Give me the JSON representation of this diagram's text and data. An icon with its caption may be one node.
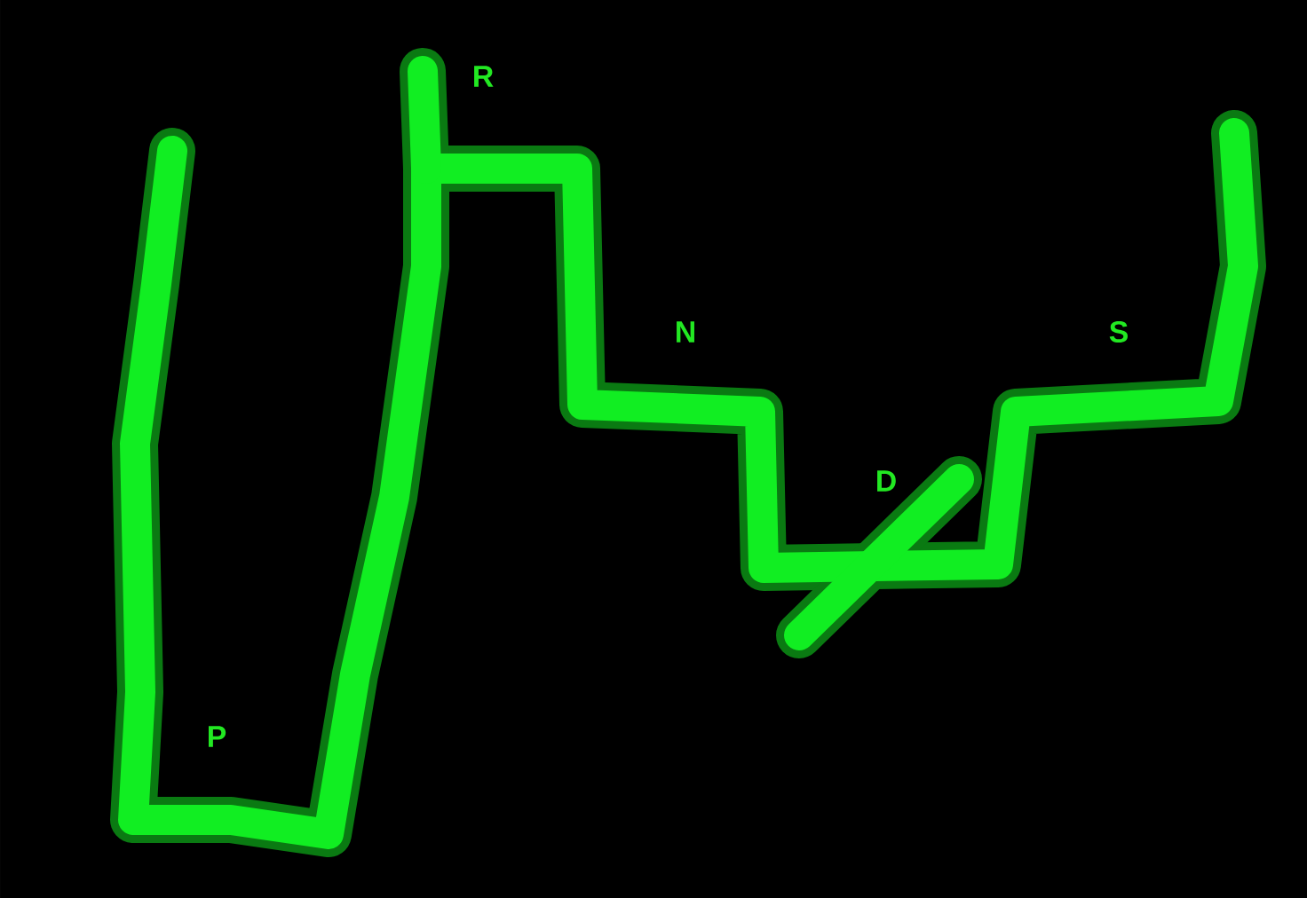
{
  "diagram": {
    "labels": [
      "R",
      "N",
      "S",
      "D",
      "P"
    ]
  }
}
